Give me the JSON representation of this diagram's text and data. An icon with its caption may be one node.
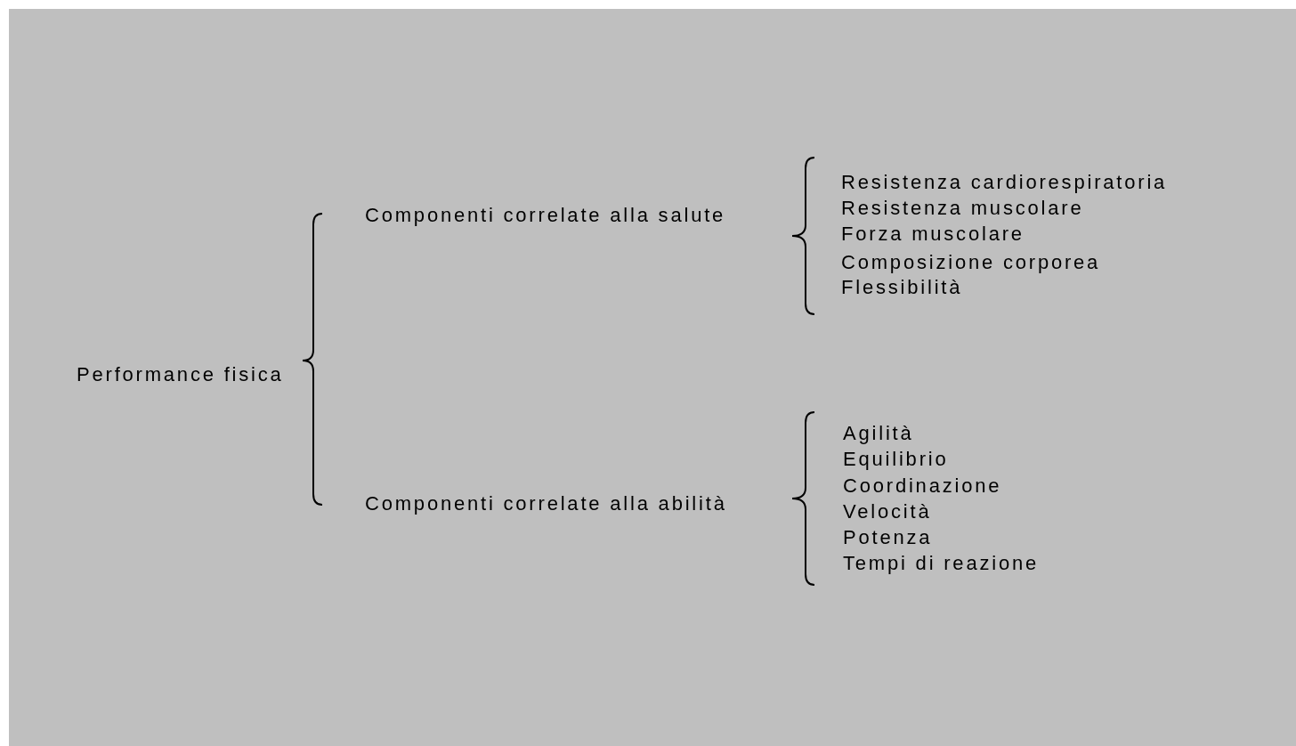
{
  "diagram": {
    "labels": [
      "Performance fisica",
      "Componenti correlate alla salute",
      "Resistenza cardiorespiratoria",
      "Resistenza muscolare",
      "Forza muscolare",
      "Composizione corporea",
      "Flessibilità",
      "Componenti correlate alla abilità",
      "Agilità",
      "Equilibrio",
      "Coordinazione",
      "Velocità",
      "Potenza",
      "Tempi di reazione"
    ]
  }
}
